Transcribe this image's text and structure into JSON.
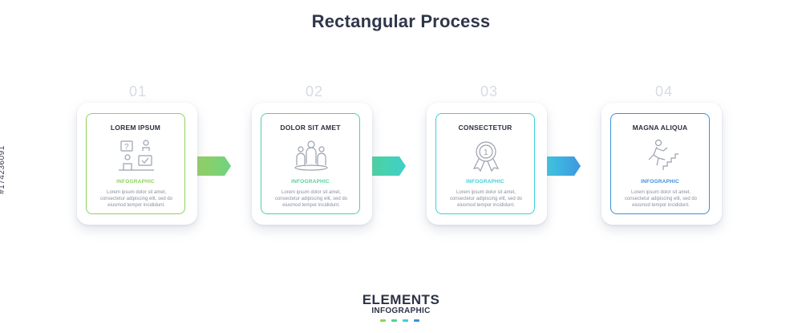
{
  "title": "Rectangular Process",
  "steps": [
    {
      "number": "01",
      "heading": "LOREM IPSUM",
      "tag": "INFOGRAPHIC",
      "text": "Lorem ipsum dolor sit amet, consectetur adipiscing elit, sed do eiusmod tempor incididunt.",
      "color": "#8fd15e",
      "icon": "question-answer-people-icon"
    },
    {
      "number": "02",
      "heading": "DOLOR SIT AMET",
      "tag": "INFOGRAPHIC",
      "text": "Lorem ipsum dolor sit amet, consectetur adipiscing elit, sed do eiusmod tempor incididunt.",
      "color": "#4fd39b",
      "icon": "team-people-icon"
    },
    {
      "number": "03",
      "heading": "CONSECTETUR",
      "tag": "INFOGRAPHIC",
      "text": "Lorem ipsum dolor sit amet, consectetur adipiscing elit, sed do eiusmod tempor incididunt.",
      "color": "#3ecfd8",
      "icon": "award-medal-icon"
    },
    {
      "number": "04",
      "heading": "MAGNA ALIQUA",
      "tag": "INFOGRAPHIC",
      "text": "Lorem ipsum dolor sit amet, consectetur adipiscing elit, sed do eiusmod tempor incididunt.",
      "color": "#3e8ede",
      "icon": "man-climbing-stairs-icon"
    }
  ],
  "footer": {
    "line1": "ELEMENTS",
    "line2": "INFOGRAPHIC"
  },
  "footer_dot_colors": [
    "#8fd15e",
    "#4fd39b",
    "#3ecfd8",
    "#3e8ede"
  ],
  "side_id": "#174236091"
}
